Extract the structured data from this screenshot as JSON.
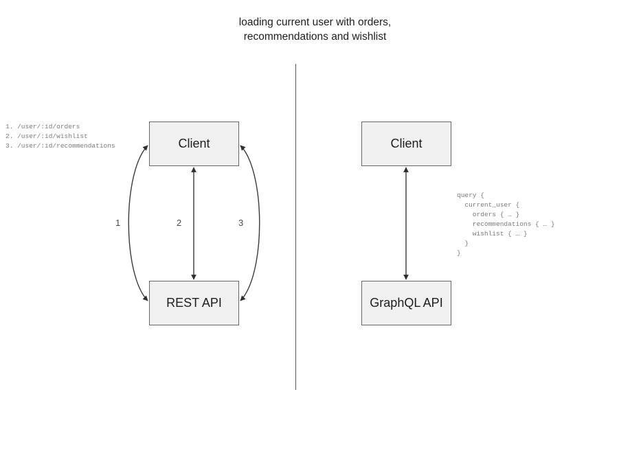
{
  "diagram": {
    "title": "loading current user with orders,\nrecommendations and wishlist",
    "background_color": "#ffffff",
    "divider": {
      "name": "vertical-divider",
      "color": "#555555"
    },
    "left_panel": {
      "name": "rest-approach",
      "nodes": [
        {
          "id": "rest-client",
          "label": "Client"
        },
        {
          "id": "rest-api",
          "label": "REST API"
        }
      ],
      "edges": [
        {
          "id": "edge-1",
          "label": "1",
          "direction": "bidirectional",
          "shape": "curve-left"
        },
        {
          "id": "edge-2",
          "label": "2",
          "direction": "bidirectional",
          "shape": "straight"
        },
        {
          "id": "edge-3",
          "label": "3",
          "direction": "bidirectional",
          "shape": "curve-right"
        }
      ],
      "annotation": "1. /user/:id/orders\n2. /user/:id/wishlist\n3. /user/:id/recommendations"
    },
    "right_panel": {
      "name": "graphql-approach",
      "nodes": [
        {
          "id": "gql-client",
          "label": "Client"
        },
        {
          "id": "gql-api",
          "label": "GraphQL API"
        }
      ],
      "edges": [
        {
          "id": "edge-gql",
          "label": "",
          "direction": "bidirectional",
          "shape": "straight"
        }
      ],
      "annotation": "query {\n  current_user {\n    orders { … }\n    recommendations { … }\n    wishlist { … }\n  }\n}"
    },
    "colors": {
      "node_fill": "#f0f0f0",
      "node_border": "#666666",
      "text": "#1d1d1d",
      "annotation_text": "#7b7b7b",
      "edge_stroke": "#3a3a3a"
    }
  }
}
